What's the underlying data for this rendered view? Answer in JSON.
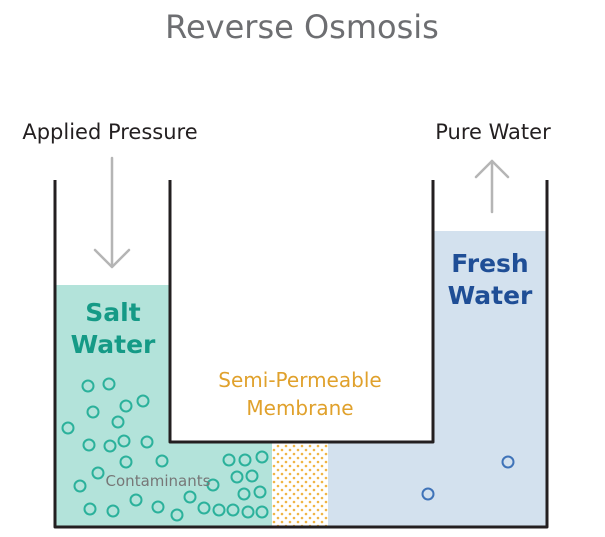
{
  "title": "Reverse Osmosis",
  "labels": {
    "applied_pressure": "Applied Pressure",
    "pure_water": "Pure Water",
    "salt_water_line1": "Salt",
    "salt_water_line2": "Water",
    "fresh_water_line1": "Fresh",
    "fresh_water_line2": "Water",
    "membrane_line1": "Semi-Permeable",
    "membrane_line2": "Membrane",
    "contaminants": "Contaminants"
  },
  "icons": {
    "pressure_arrow": "arrow-down-icon",
    "pure_water_arrow": "arrow-up-icon"
  },
  "colors": {
    "salt_water_fill": "#b3e3da",
    "fresh_water_fill": "#d3e1ee",
    "salt_label": "#159a86",
    "fresh_label": "#1f4e96",
    "membrane_label": "#e0a12c",
    "membrane_dots": "#f0b545",
    "contaminant_ring": "#2bb19b",
    "fresh_particle_ring": "#3f73b8",
    "container_stroke": "#231f20",
    "arrow": "#b5b5b5",
    "title": "#6d6e71",
    "contaminant_text": "#777777"
  }
}
